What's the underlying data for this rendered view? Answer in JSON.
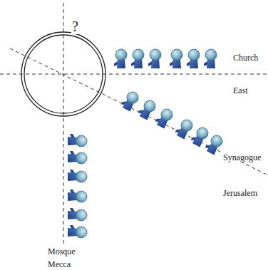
{
  "diagram": {
    "labels": [
      "?",
      "Church",
      "East",
      "Synagogue",
      "Jerusalem",
      "Mosque",
      "Mecca"
    ]
  }
}
